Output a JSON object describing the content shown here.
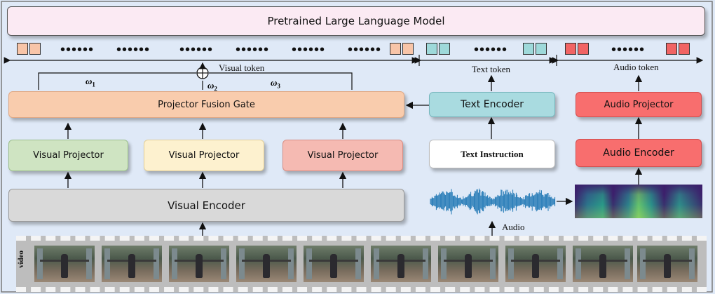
{
  "llm_title": "Pretrained Large Language Model",
  "visual_encoder": "Visual Encoder",
  "projector_fusion_gate": "Projector Fusion Gate",
  "visual_projectors": [
    "Visual Projector",
    "Visual Projector",
    "Visual Projector"
  ],
  "text_encoder": "Text Encoder",
  "text_instruction": "Text Instruction",
  "audio_projector": "Audio Projector",
  "audio_encoder": "Audio Encoder",
  "labels": {
    "visual_token": "Visual token",
    "text_token": "Text token",
    "audio_token": "Audio token",
    "audio": "Audio",
    "video": "video"
  },
  "weights": [
    "ω1",
    "ω2",
    "ω3"
  ],
  "dots": "••••••",
  "colors": {
    "llm_bg": "#fbeaf3",
    "fusion_gate": "#f9ccad",
    "visual_encoder": "#d9d9d9",
    "projector_green": "#cfe4c2",
    "projector_yellow": "#fdf1cf",
    "projector_red": "#f5bab2",
    "text_encoder": "#a9dbe0",
    "audio_box": "#f86e6e",
    "visual_token": "#f8c5a8",
    "text_token": "#9ed9da",
    "audio_token": "#f16464"
  }
}
